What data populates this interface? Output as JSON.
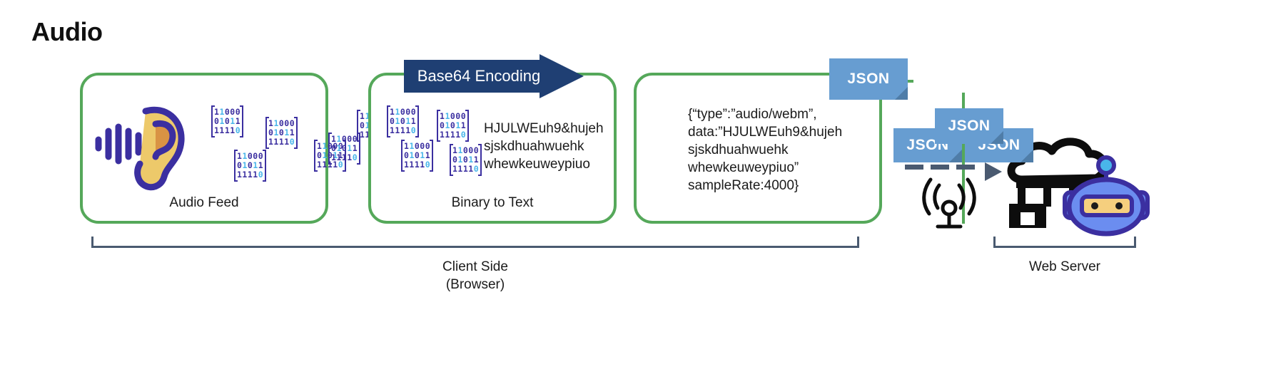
{
  "title": "Audio",
  "colors": {
    "stage_border": "#55a85a",
    "arrow_navy": "#1f3f73",
    "json_blue": "#679dd1",
    "bracket": "#4a5a70",
    "binary_one": "#3b2fa0",
    "binary_zero": "#49b6ea",
    "ear_outline": "#3b2fa0",
    "ear_fill": "#edc96a",
    "ear_inner": "#d99344",
    "robot_body": "#6b8df0",
    "robot_outline": "#3b2fa0",
    "robot_visor": "#f5cf7e"
  },
  "stages": [
    {
      "id": "audio",
      "label": "Audio Feed"
    },
    {
      "id": "binary",
      "label": "Binary to Text"
    },
    {
      "id": "json",
      "label": ""
    }
  ],
  "arrow": {
    "label": "Base64 Encoding"
  },
  "binary_block": {
    "rows": [
      "11000",
      "01011",
      "11110"
    ]
  },
  "encoded_text": "HJULWEuh9&hujeh\nsjskdhuahwuehk\nwhewkeuweypiuo",
  "json_payload": "{“type”:”audio/webm”,\ndata:”HJULWEuh9&hujeh\nsjskdhuahwuehk\nwhewkeuweypiuo”\nsampleRate:4000}",
  "json_tags": [
    {
      "id": "tag-main",
      "label": "JSON"
    },
    {
      "id": "tag-back",
      "label": "JSON"
    },
    {
      "id": "tag-left",
      "label": "JSON"
    },
    {
      "id": "tag-right",
      "label": "JSON"
    }
  ],
  "captions": {
    "client": "Client Side\n(Browser)",
    "server": "Web Server"
  },
  "icons": {
    "ear": "ear-icon",
    "sound_waves": "sound-wave-icon",
    "antenna": "antenna-icon",
    "cloud_server": "cloud-server-icon",
    "robot": "robot-icon"
  }
}
